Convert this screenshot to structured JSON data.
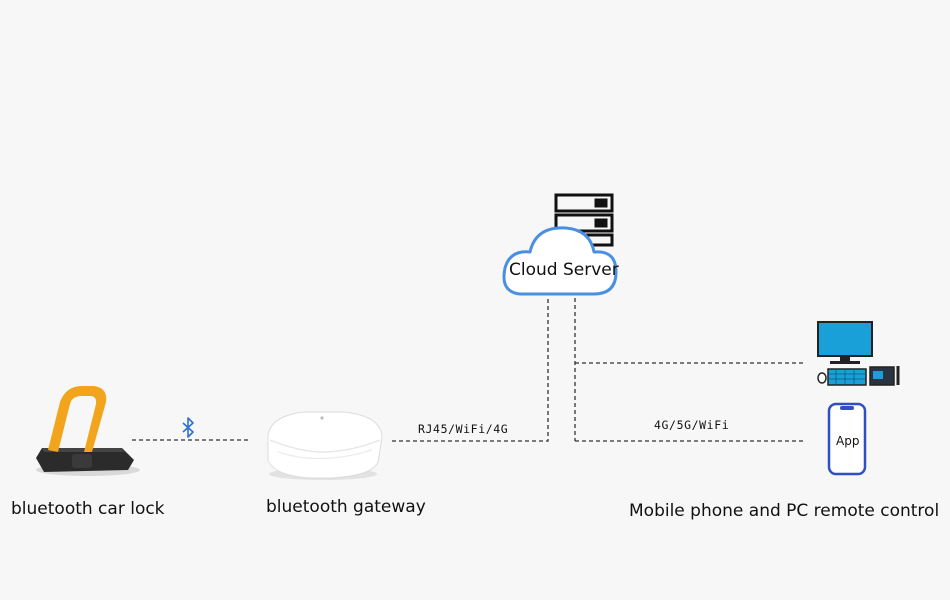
{
  "nodes": {
    "car_lock": {
      "label": "bluetooth car lock"
    },
    "gateway": {
      "label": "bluetooth gateway"
    },
    "cloud": {
      "label": "Cloud Server"
    },
    "clients": {
      "label": "Mobile phone and PC remote control",
      "app_label": "App"
    }
  },
  "links": {
    "lock_to_gateway": {
      "protocol_icon": "bluetooth-icon"
    },
    "gateway_to_cloud": {
      "label": "RJ45/WiFi/4G"
    },
    "cloud_to_clients": {
      "label": "4G/5G/WiFi"
    }
  },
  "colors": {
    "background": "#f7f7f7",
    "lock_orange": "#f2a51c",
    "lock_base": "#2b2b2b",
    "cloud_blue": "#4a90e2",
    "monitor_cyan": "#1aa0d8",
    "bluetooth_blue": "#2f6fd6",
    "line": "#333333"
  }
}
